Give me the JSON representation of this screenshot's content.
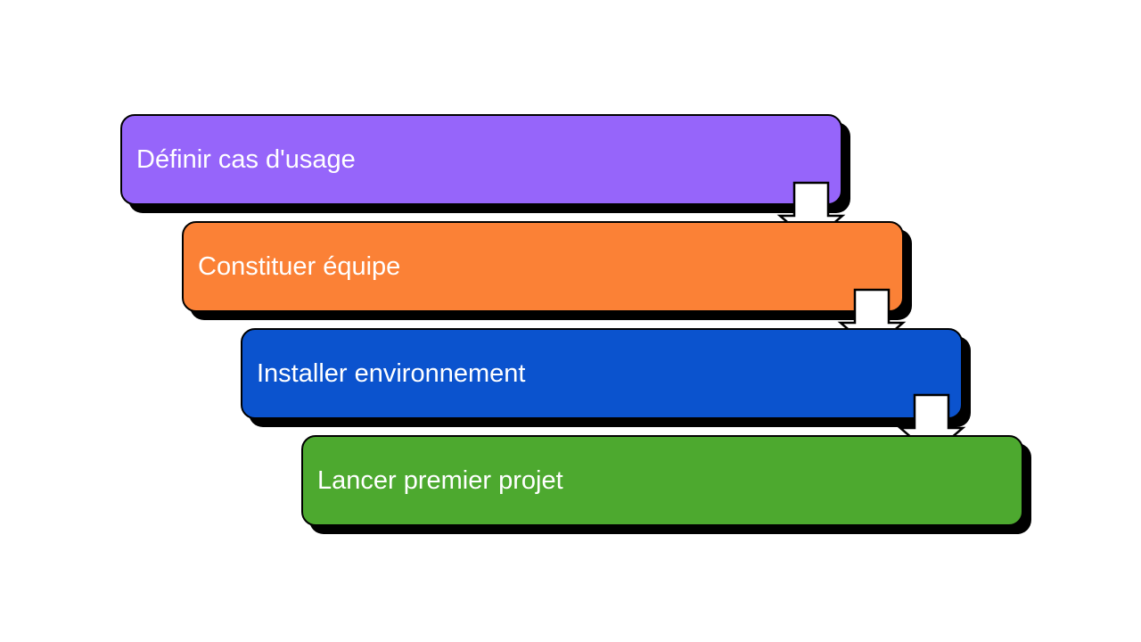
{
  "slide": {
    "background": "#FFFFFF"
  },
  "diagram": {
    "name": "step-down-process",
    "description": "Cascading process diagram of four steps flowing top-left to bottom-right, linked by downward block arrows",
    "steps": [
      {
        "id": 1,
        "label": "Définir cas d'usage",
        "fill": "#9665FA"
      },
      {
        "id": 2,
        "label": "Constituer équipe",
        "fill": "#FB8136"
      },
      {
        "id": 3,
        "label": "Installer environnement",
        "fill": "#0B53CE"
      },
      {
        "id": 4,
        "label": "Lancer premier projet",
        "fill": "#4DA92F"
      }
    ],
    "connector": {
      "shape": "down-arrow",
      "fill": "#FFFFFF",
      "outline": "#000000"
    },
    "style": {
      "text_color": "#FFFFFF",
      "outline_color": "#000000",
      "shadow_color": "#000000"
    }
  }
}
